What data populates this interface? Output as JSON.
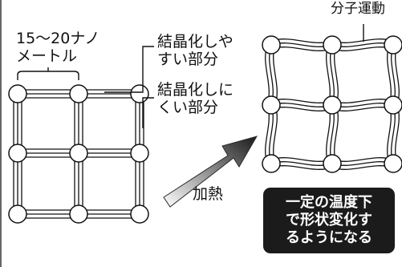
{
  "labels": {
    "size": [
      "15〜20ナノ",
      "メートル"
    ],
    "crystallizable": [
      "結晶化しや",
      "すい部分"
    ],
    "non_crystallizable": [
      "結晶化しに",
      "くい部分"
    ],
    "molecular_motion": "分子運動",
    "heating": "加熱"
  },
  "note_box": [
    "一定の温度下",
    "で形状変化す",
    "るようになる"
  ],
  "colors": {
    "ink": "#111111",
    "note_background": "#1b1b1b",
    "note_text": "#ffffff"
  }
}
